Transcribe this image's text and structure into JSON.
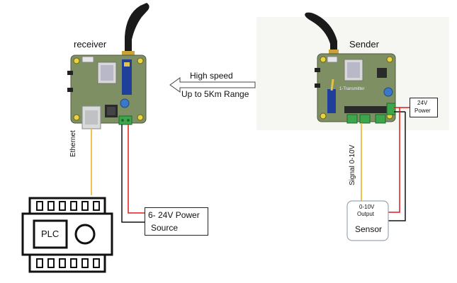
{
  "receiver": {
    "title": "receiver"
  },
  "sender": {
    "title": "Sender",
    "board_label": "1-Transmitter"
  },
  "link": {
    "line1": "High speed",
    "line2": "Up to 5Km Range"
  },
  "ethernet": {
    "label": "Ethernet"
  },
  "plc": {
    "label": "PLC"
  },
  "receiver_power": {
    "line1": "6- 24V Power",
    "line2": "Source"
  },
  "sender_power": {
    "line1": "24V",
    "line2": "Power"
  },
  "signal": {
    "label": "Signal 0-10V"
  },
  "sensor": {
    "output_line1": "0-10V",
    "output_line2": "Output",
    "label": "Sensor"
  },
  "colors": {
    "board": "#7d8f63",
    "wire_red": "#e01818",
    "wire_black": "#111111",
    "wire_yellow": "#f2c24e",
    "antenna": "#1a1a1a"
  }
}
